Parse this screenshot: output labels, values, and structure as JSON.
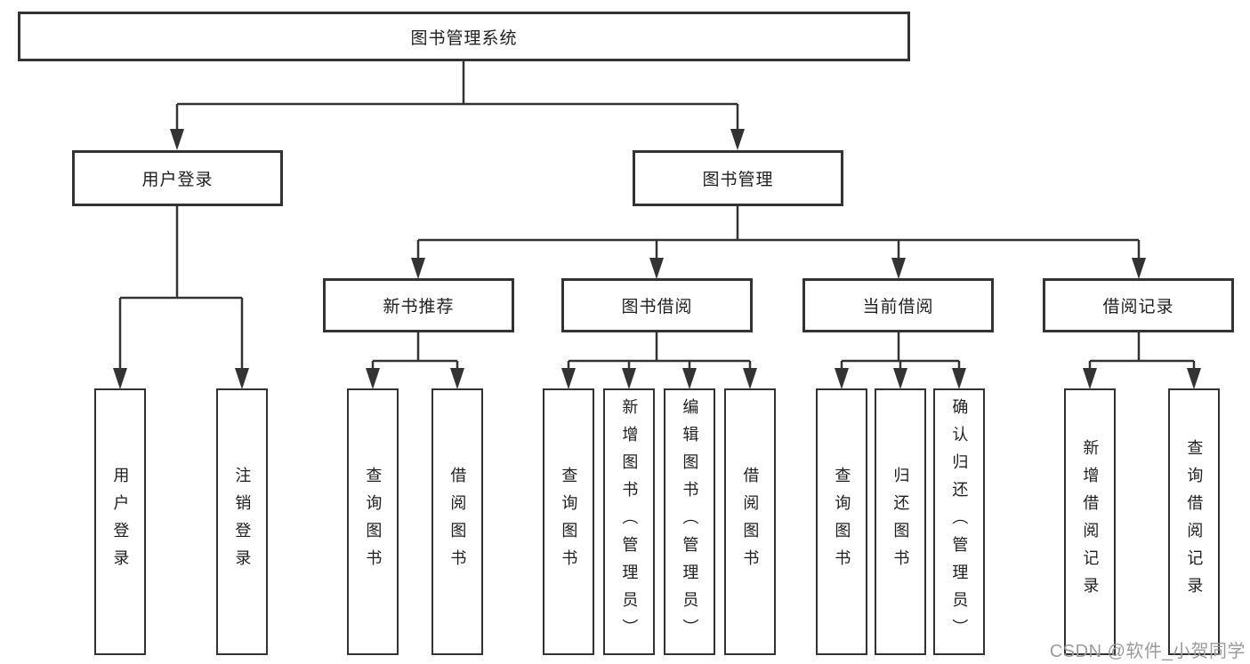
{
  "colors": {
    "line": "#333333",
    "box_border": "#333333",
    "text": "#1f1f1f",
    "watermark": "#9b9b9b",
    "background": "#ffffff"
  },
  "diagram": {
    "root": {
      "label": "图书管理系统"
    },
    "level2": [
      {
        "label": "用户登录"
      },
      {
        "label": "图书管理"
      }
    ],
    "level3": [
      {
        "label": "新书推荐"
      },
      {
        "label": "图书借阅"
      },
      {
        "label": "当前借阅"
      },
      {
        "label": "借阅记录"
      }
    ],
    "leaves": {
      "user_login": [
        "用户登录",
        "注销登录"
      ],
      "new_book_recommend": [
        "查询图书",
        "借阅图书"
      ],
      "book_borrow": [
        "查询图书",
        "新增图书（管理员）",
        "编辑图书（管理员）",
        "借阅图书"
      ],
      "current_borrow": [
        "查询图书",
        "归还图书",
        "确认归还（管理员）"
      ],
      "borrow_records": [
        "新增借阅记录",
        "查询借阅记录"
      ]
    }
  },
  "watermark": {
    "text": "CSDN @软件_小贺同学"
  }
}
